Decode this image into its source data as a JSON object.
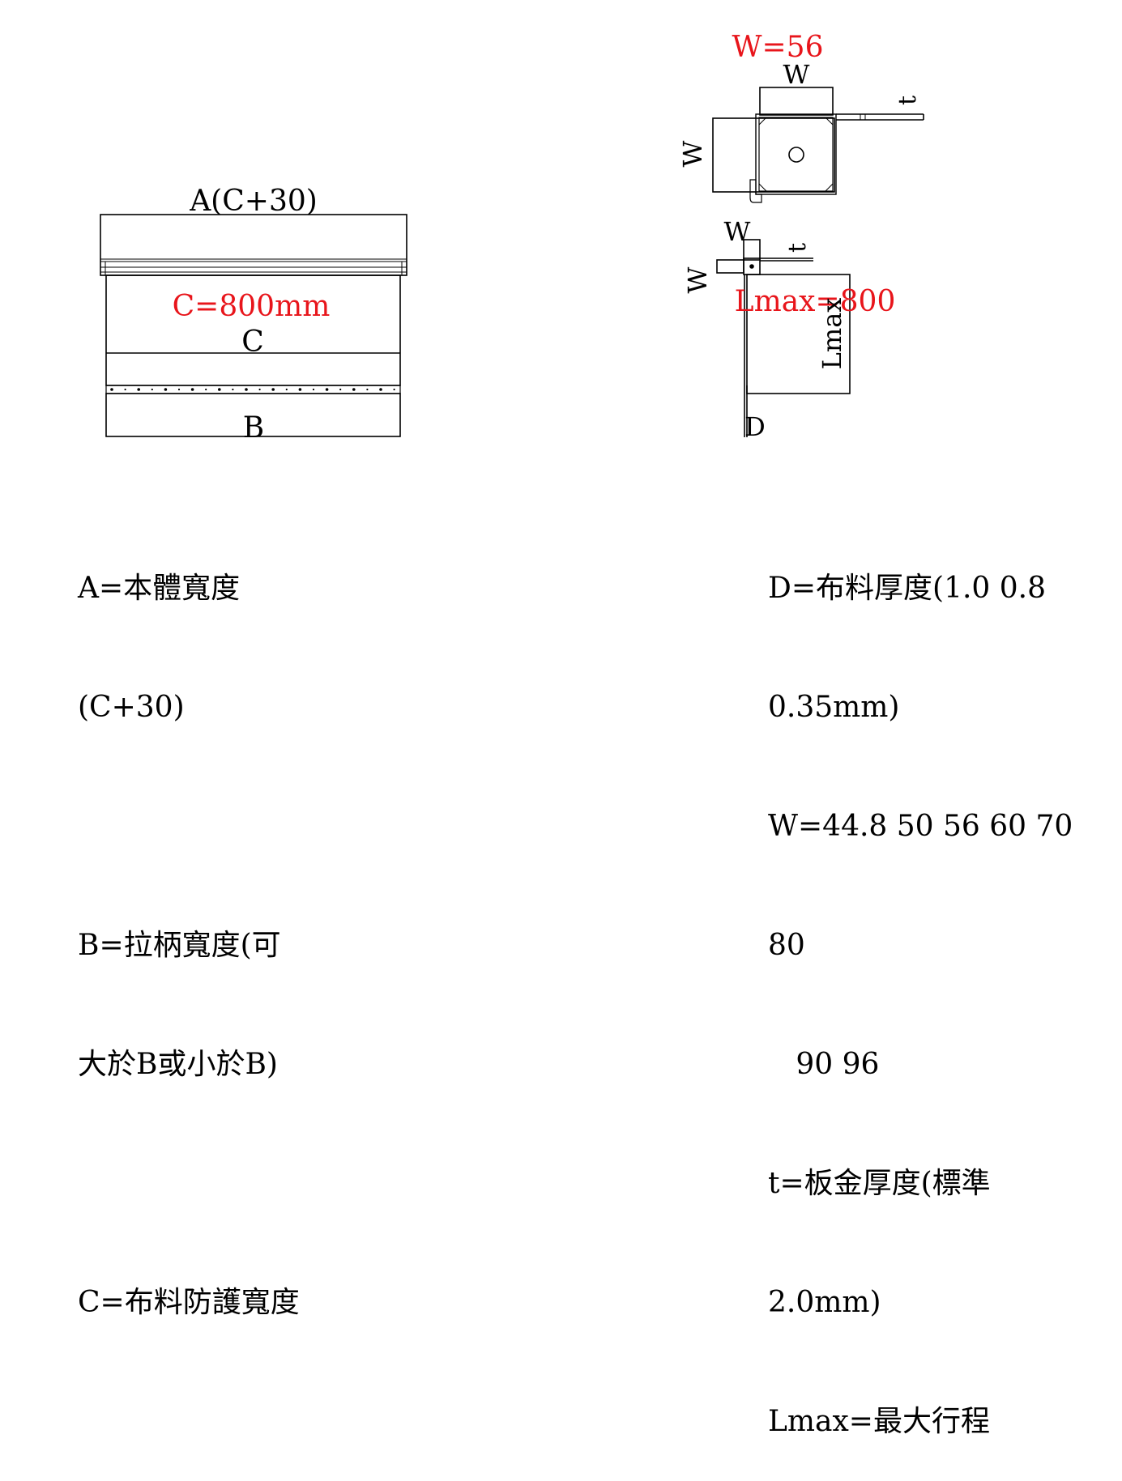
{
  "front_view": {
    "label_a": "A(C+30)",
    "label_c_value": "C=800mm",
    "label_c": "C",
    "label_b": "B"
  },
  "top_view": {
    "label_w_value": "W=56",
    "label_w_top": "W",
    "label_t": "t",
    "label_w_left": "W"
  },
  "side_view": {
    "label_w_top": "W",
    "label_t": "t",
    "label_w_left": "W",
    "label_lmax_value": "Lmax=800",
    "label_lmax": "Lmax",
    "label_d": "D"
  },
  "legend_left": [
    "A=本體寬度",
    "(C+30)",
    "",
    "B=拉柄寬度(可",
    "大於B或小於B)",
    "",
    "C=布料防護寬度"
  ],
  "legend_right": [
    "D=布料厚度(1.0 0.8",
    "0.35mm)",
    "W=44.8 50 56 60 70",
    "80",
    "   90 96",
    "t=板金厚度(標準",
    "2.0mm)",
    "Lmax=最大行程"
  ]
}
